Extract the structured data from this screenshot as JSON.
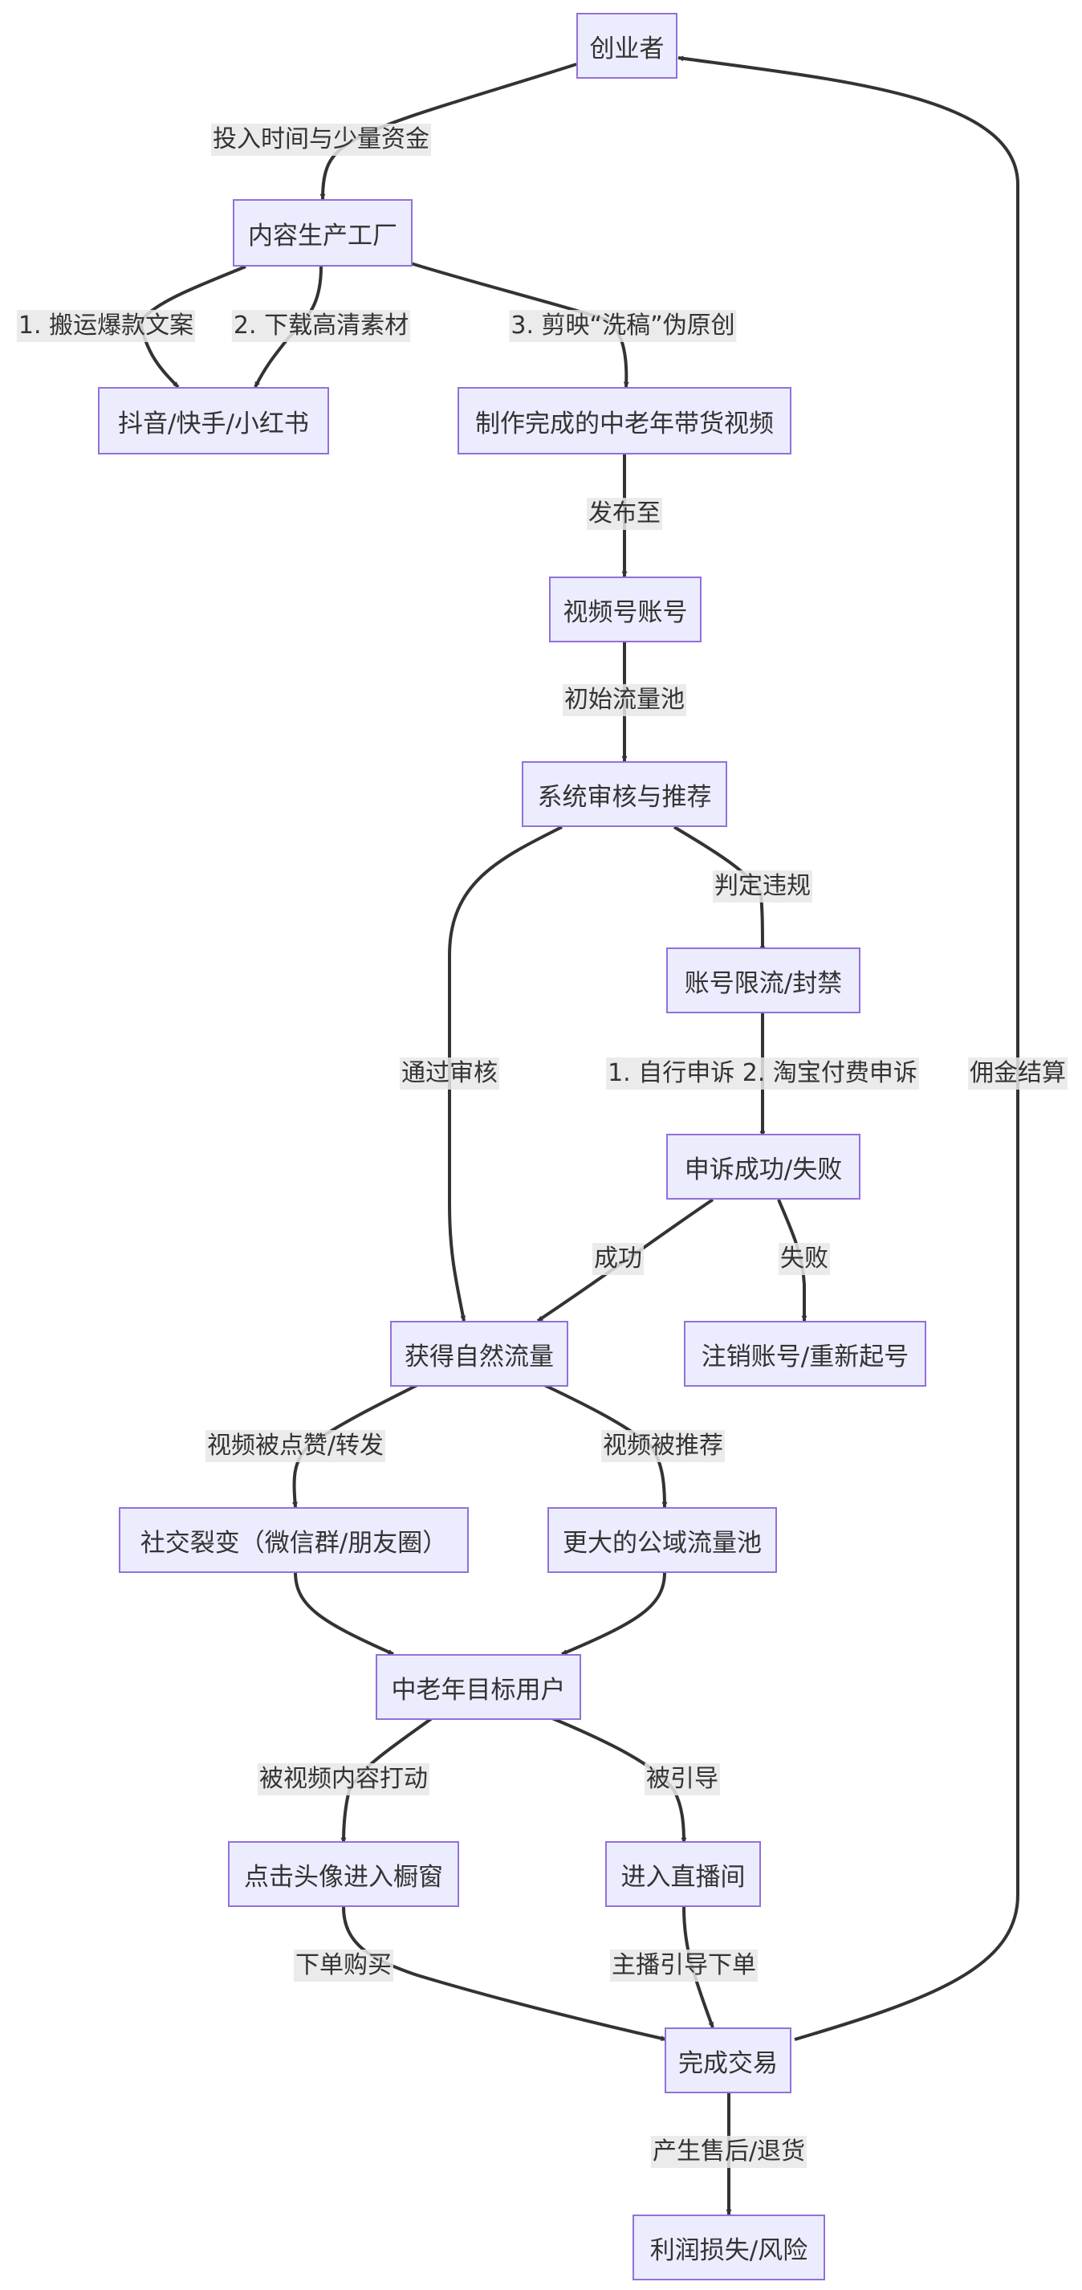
{
  "diagram": {
    "nodes": {
      "founder": "创业者",
      "factory": "内容生产工厂",
      "platforms": "抖音/快手/小红书",
      "video": "制作完成的中老年带货视频",
      "channel": "视频号账号",
      "review": "系统审核与推荐",
      "limited": "账号限流/封禁",
      "appeal": "申诉成功/失败",
      "cancel": "注销账号/重新起号",
      "traffic": "获得自然流量",
      "social": "社交裂变（微信群/朋友圈）",
      "pool": "更大的公域流量池",
      "users": "中老年目标用户",
      "window": "点击头像进入橱窗",
      "live": "进入直播间",
      "deal": "完成交易",
      "loss": "利润损失/风险"
    },
    "edges": {
      "e1": "投入时间与少量资金",
      "e2": "1. 搬运爆款文案",
      "e3": "2. 下载高清素材",
      "e4": "3. 剪映“洗稿”伪原创",
      "e5": "发布至",
      "e6": "初始流量池",
      "e7": "判定违规",
      "e8": "通过审核",
      "e9": "1. 自行申诉 2. 淘宝付费申诉",
      "e10": "成功",
      "e11": "失败",
      "e12": "视频被点赞/转发",
      "e13": "视频被推荐",
      "e14": "被视频内容打动",
      "e15": "被引导",
      "e16": "下单购买",
      "e17": "主播引导下单",
      "e18": "产生售后/退货",
      "e19": "佣金结算"
    }
  },
  "colors": {
    "node_fill": "#ECECFF",
    "node_border": "#9370DB",
    "edge": "#333333",
    "label_bg": "#E8E8E8",
    "text": "#333333"
  }
}
